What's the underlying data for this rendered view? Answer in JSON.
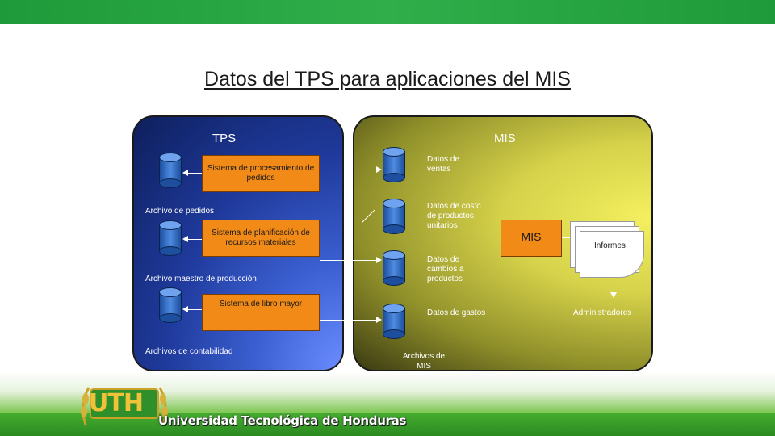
{
  "header": {
    "title": "Datos del TPS para aplicaciones del MIS"
  },
  "tps": {
    "title": "TPS",
    "systems": [
      "Sistema de procesamiento de pedidos",
      "Sistema de planificación de recursos materiales",
      "Sistema de libro mayor"
    ],
    "files": [
      "Archivo de pedidos",
      "Archivo maestro de producción",
      "Archivos de contabilidad"
    ]
  },
  "mis": {
    "title": "MIS",
    "data_items": [
      "Datos de ventas",
      "Datos de costo de productos unitarios",
      "Datos de cambios a productos",
      "Datos de gastos"
    ],
    "files_label": "Archivos de MIS",
    "center_label": "MIS",
    "reports_label": "Informes",
    "users_label": "Administradores"
  },
  "footer": {
    "logo_text": "UTH",
    "university": "Universidad Tecnológica de Honduras"
  },
  "colors": {
    "brand_green": "#2fae4a",
    "process_orange": "#f28a18",
    "tps_blue": "#1f3a9c",
    "mis_olive": "#d6d24a"
  }
}
